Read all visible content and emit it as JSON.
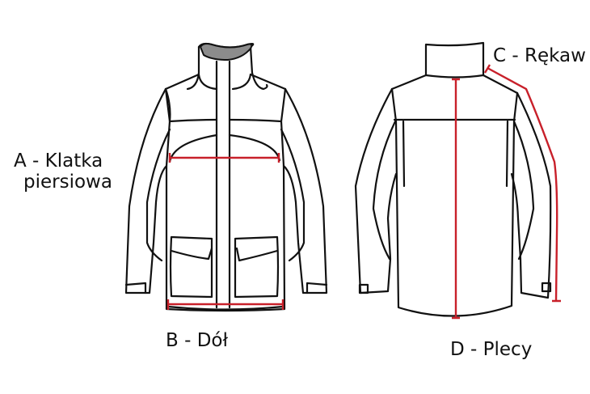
{
  "diagram": {
    "subject": "Jacket measurement guide",
    "views": [
      "front",
      "back"
    ],
    "colors": {
      "outline": "#111111",
      "measure": "#c8202a",
      "collar_fill": "#8c8c8c",
      "background": "#ffffff"
    },
    "labels": {
      "a_line1": "A - Klatka",
      "a_line2": "piersiowa",
      "b": "B - Dół",
      "c": "C - Rękaw",
      "d": "D - Plecy"
    },
    "measurements": [
      {
        "id": "A",
        "name": "Klatka piersiowa",
        "view": "front",
        "orientation": "horizontal"
      },
      {
        "id": "B",
        "name": "Dół",
        "view": "front",
        "orientation": "horizontal"
      },
      {
        "id": "C",
        "name": "Rękaw",
        "view": "back",
        "orientation": "along-sleeve"
      },
      {
        "id": "D",
        "name": "Plecy",
        "view": "back",
        "orientation": "vertical"
      }
    ]
  }
}
